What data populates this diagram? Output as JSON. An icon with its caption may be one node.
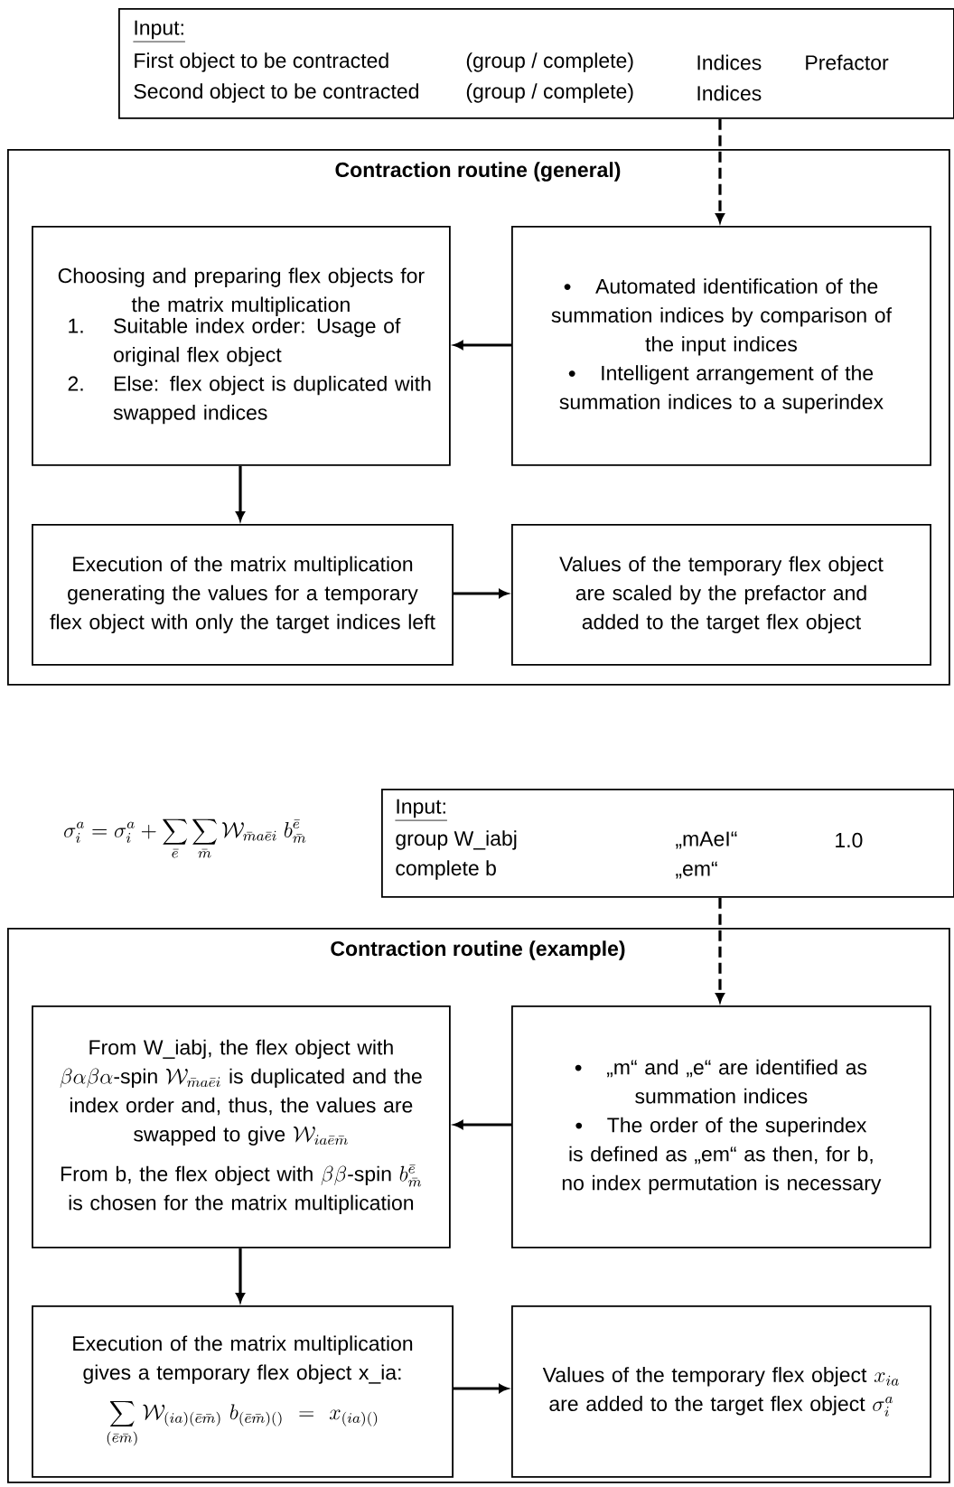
{
  "diagram": {
    "nodes": [
      {
        "text": [
          "Input:",
          "First object to be contracted",
          "(group / complete)",
          "Indices",
          "Prefactor",
          "Second object to be contracted",
          "(group / complete)",
          "Indices"
        ]
      },
      {
        "text": [
          "Contraction routine (general)"
        ]
      },
      {
        "text": [
          "Choosing and preparing flex objects for the matrix multiplication",
          "1.",
          "Suitable index order: Usage of original flex object",
          "2.",
          "Else: flex object is duplicated with swapped indices"
        ],
        "in": 1
      },
      {
        "text": [
          "Automated identification of the summation indices by comparison of the input indices",
          "Intelligent arrangement of the summation indices to a superindex"
        ],
        "in": 1
      },
      {
        "text": [
          "Execution of the matrix multiplication generating the values for a temporary flex object with only the target indices left"
        ],
        "in": 1
      },
      {
        "text": [
          "Values of the temporary flex object are scaled by the prefactor and added to the target flex object"
        ],
        "in": 1
      },
      {
        "text": [
          "Input:",
          "group W_iabj",
          "„mAeI“",
          "1.0",
          "complete b",
          "„em“"
        ]
      },
      {
        "text": [
          "Contraction routine (example)"
        ]
      },
      {
        "text": [
          "From W_iabj, the flex object with",
          "\\beta\\alpha\\beta\\alpha",
          "-spin",
          "\\mathcal{W}_{\\bar{m}a\\bar{e}i}",
          "is duplicated and the index order and, thus, the values are swapped to give",
          "\\mathcal{W}_{ia\\bar{e}\\bar{m}}",
          "From b, the flex object with",
          "\\beta\\beta",
          "-spin",
          "b_{\\bar{m}}^{\\bar{e}}",
          "is chosen for the matrix multiplication"
        ],
        "in": 7
      },
      {
        "text": [
          "„m“ and „e“ are identified as summation indices",
          "The order of the superindex is defined as „em“ as then, for b, no index permutation is necessary"
        ],
        "in": 7
      },
      {
        "text": [
          "Execution of the matrix multiplication gives a temporary flex object x_ia:",
          "\\sum_{(\\bar{e}\\bar{m})} \\mathcal{W}_{(ia)(\\bar{e}\\bar{m})}\\ b_{(\\bar{e}\\bar{m})()} = x_{(ia)()}"
        ],
        "in": 7
      },
      {
        "text": [
          "Values of the temporary flex object",
          "x_{ia}",
          "are added to the target flex object",
          "\\sigma_i^a"
        ],
        "in": 7
      }
    ],
    "edges": [
      {
        "from": 0,
        "to": 3,
        "arrow": "to",
        "style": "dashed"
      },
      {
        "from": 3,
        "to": 2,
        "arrow": "to"
      },
      {
        "from": 2,
        "to": 4,
        "arrow": "to"
      },
      {
        "from": 4,
        "to": 5,
        "arrow": "to"
      },
      {
        "from": 6,
        "to": 9,
        "arrow": "to",
        "style": "dashed"
      },
      {
        "from": 9,
        "to": 8,
        "arrow": "to"
      },
      {
        "from": 8,
        "to": 10,
        "arrow": "to"
      },
      {
        "from": 10,
        "to": 11,
        "arrow": "to"
      }
    ],
    "labels": [
      "\\sigma_i^a = \\sigma_i^a + \\sum_{\\bar{e}} \\sum_{\\bar{m}} \\mathcal{W}_{\\bar{m}a\\bar{e}i}\\ b_{\\bar{m}}^{\\bar{e}}"
    ]
  }
}
